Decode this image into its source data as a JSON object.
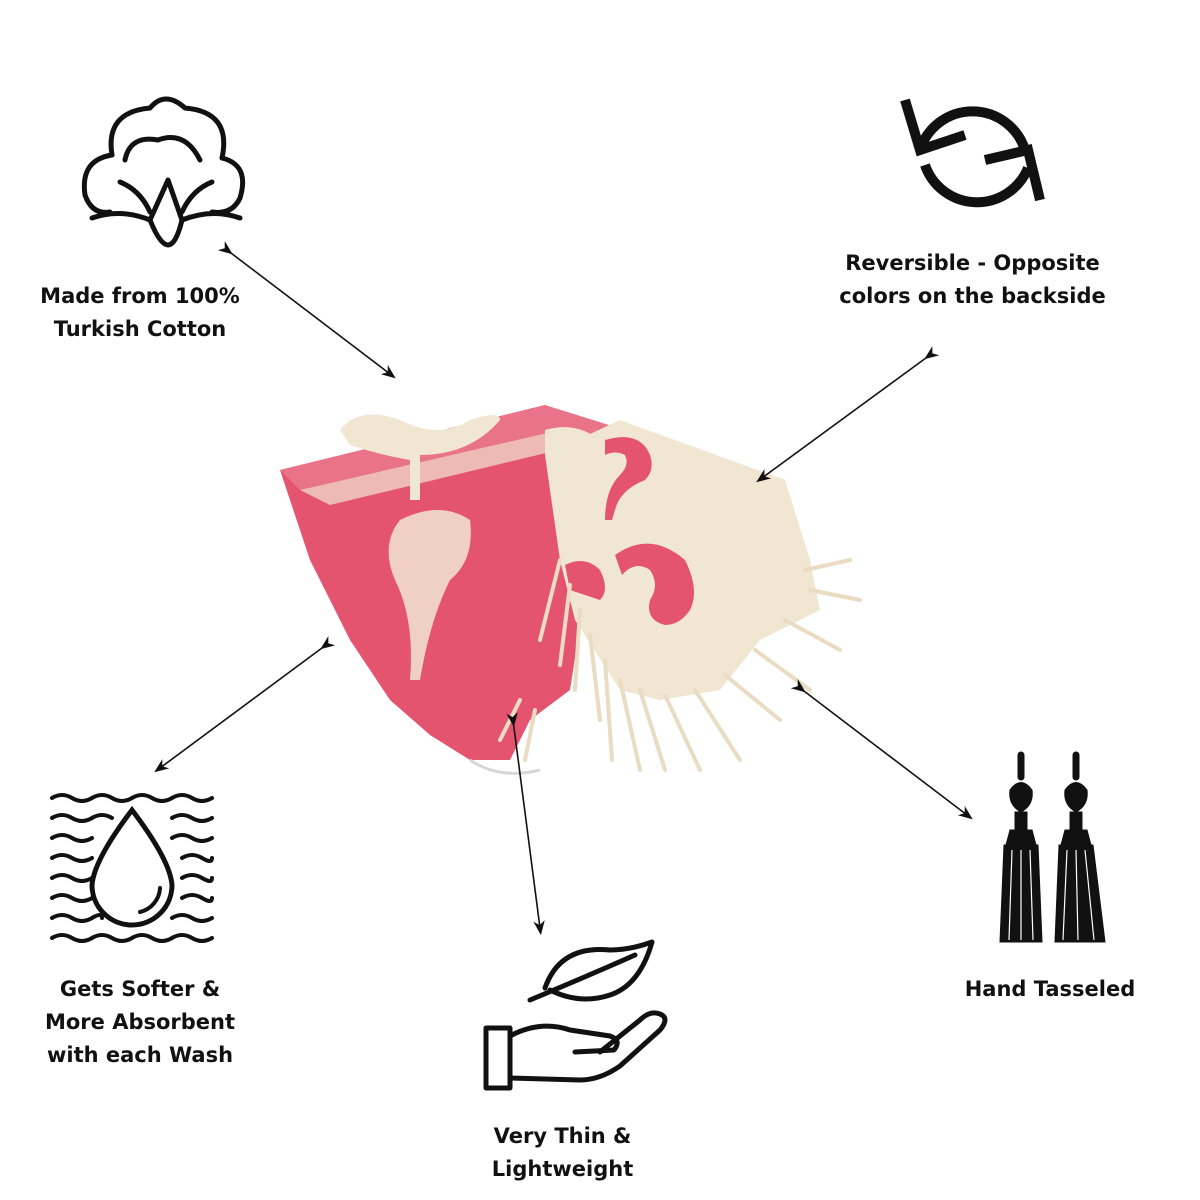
{
  "features": {
    "cotton": {
      "lines": [
        "Made from 100%",
        "Turkish Cotton"
      ],
      "icon": "cotton-flower-icon"
    },
    "reversible": {
      "lines": [
        "Reversible - Opposite",
        "colors on the backside"
      ],
      "icon": "refresh-arrows-icon"
    },
    "absorbent": {
      "lines": [
        "Gets Softer &",
        "More Absorbent",
        "with each Wash"
      ],
      "icon": "water-drop-waves-icon"
    },
    "lightweight": {
      "lines": [
        "Very Thin &",
        "Lightweight"
      ],
      "icon": "leaf-in-hand-icon"
    },
    "tasseled": {
      "lines": [
        "Hand Tasseled"
      ],
      "icon": "tassels-icon"
    }
  },
  "product": {
    "name": "flamingo-towel-image",
    "colors": {
      "pink": "#E5546F",
      "cream": "#F1E6D2"
    }
  }
}
